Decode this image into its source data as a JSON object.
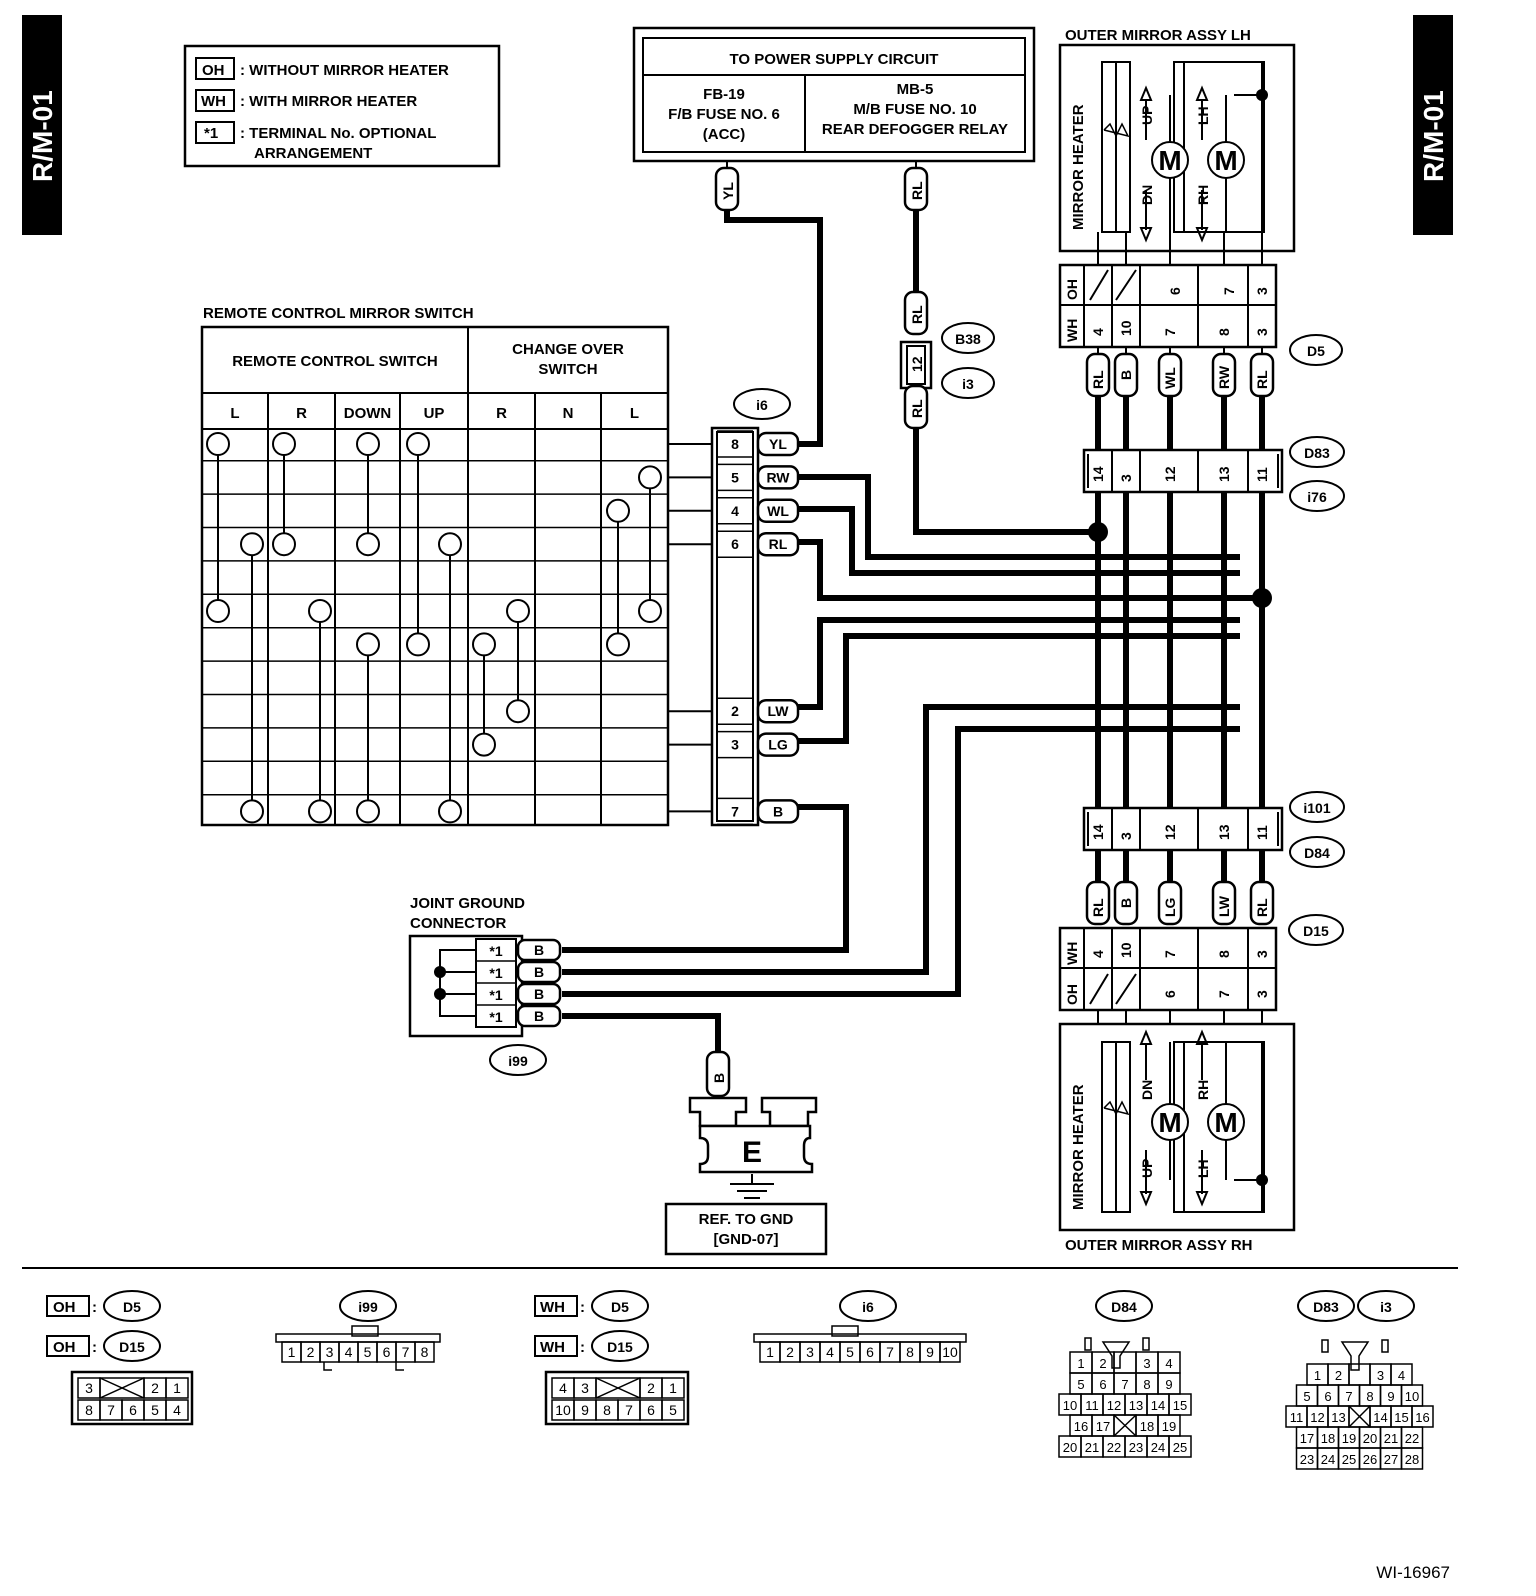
{
  "page_id_left": "R/M-01",
  "page_id_right": "R/M-01",
  "figure_id": "WI-16967",
  "legend": [
    {
      "code": "OH",
      "text": ": WITHOUT MIRROR HEATER"
    },
    {
      "code": "WH",
      "text": ": WITH MIRROR HEATER"
    },
    {
      "code": "*1",
      "text": ": TERMINAL No. OPTIONAL",
      "text2": "ARRANGEMENT"
    }
  ],
  "power": {
    "title": "TO POWER SUPPLY CIRCUIT",
    "left": [
      "FB-19",
      "F/B FUSE NO. 6",
      "(ACC)"
    ],
    "right": [
      "MB-5",
      "M/B FUSE NO. 10",
      "REAR DEFOGGER RELAY"
    ]
  },
  "wire_labels": {
    "yl": "YL",
    "rl": "RL",
    "b": "B"
  },
  "switch": {
    "title": "REMOTE CONTROL MIRROR SWITCH",
    "rcs": "REMOTE CONTROL SWITCH",
    "cos": [
      "CHANGE OVER",
      "SWITCH"
    ],
    "cols": [
      "L",
      "R",
      "DOWN",
      "UP",
      "R",
      "N",
      "L"
    ]
  },
  "i6": {
    "name": "i6",
    "pins": [
      {
        "pin": "8",
        "color": "YL"
      },
      {
        "pin": "5",
        "color": "RW"
      },
      {
        "pin": "4",
        "color": "WL"
      },
      {
        "pin": "6",
        "color": "RL"
      },
      {
        "pin": "2",
        "color": "LW"
      },
      {
        "pin": "3",
        "color": "LG"
      },
      {
        "pin": "7",
        "color": "B"
      }
    ]
  },
  "b38_i3": {
    "pin": "12",
    "tags": [
      "B38",
      "i3"
    ]
  },
  "mirror_lh": {
    "title": "OUTER MIRROR ASSY LH",
    "heater": "MIRROR HEATER",
    "labels": [
      "UP",
      "DN",
      "LH",
      "RH"
    ],
    "motor": "M"
  },
  "mirror_rh": {
    "title": "OUTER MIRROR ASSY RH",
    "heater": "MIRROR HEATER",
    "labels": [
      "DN",
      "UP",
      "RH",
      "LH"
    ],
    "motor": "M"
  },
  "d5": {
    "tag": "D5",
    "oh": "OH",
    "wh": "WH",
    "oh_pins": [
      "6",
      "7",
      "3"
    ],
    "wh_pins": [
      "4",
      "10",
      "7",
      "8",
      "3"
    ],
    "colors": [
      "RL",
      "B",
      "WL",
      "RW",
      "RL"
    ]
  },
  "d83": {
    "tags": [
      "D83",
      "i76"
    ],
    "pins": [
      "14",
      "3",
      "12",
      "13",
      "11"
    ]
  },
  "d84": {
    "tags": [
      "i101",
      "D84"
    ],
    "pins": [
      "14",
      "3",
      "12",
      "13",
      "11"
    ]
  },
  "d15": {
    "tag": "D15",
    "colors": [
      "RL",
      "B",
      "LG",
      "LW",
      "RL"
    ],
    "wh": "WH",
    "oh": "OH",
    "wh_pins": [
      "4",
      "10",
      "7",
      "8",
      "3"
    ],
    "oh_pins": [
      "6",
      "7",
      "3"
    ]
  },
  "jgc": {
    "title": [
      "JOINT GROUND",
      "CONNECTOR"
    ],
    "tag": "i99",
    "pins": [
      "*1",
      "*1",
      "*1",
      "*1"
    ],
    "colors": [
      "B",
      "B",
      "B",
      "B"
    ]
  },
  "ground": {
    "letter": "E",
    "wire": "B",
    "ref": [
      "REF. TO GND",
      "[GND-07]"
    ]
  },
  "bottom": {
    "oh_d5": {
      "code": "OH",
      "tag": "D5"
    },
    "oh_d15": {
      "code": "OH",
      "tag": "D15"
    },
    "conn8": {
      "top": [
        "3",
        "",
        "2",
        "1"
      ],
      "bot": [
        "8",
        "7",
        "6",
        "5",
        "4"
      ]
    },
    "i99": {
      "tag": "i99",
      "pins": [
        "1",
        "2",
        "3",
        "4",
        "5",
        "6",
        "7",
        "8"
      ]
    },
    "wh_d5": {
      "code": "WH",
      "tag": "D5"
    },
    "wh_d15": {
      "code": "WH",
      "tag": "D15"
    },
    "conn10": {
      "top": [
        "4",
        "3",
        "",
        "2",
        "1"
      ],
      "bot": [
        "10",
        "9",
        "8",
        "7",
        "6",
        "5"
      ]
    },
    "i6": {
      "tag": "i6",
      "pins": [
        "1",
        "2",
        "3",
        "4",
        "5",
        "6",
        "7",
        "8",
        "9",
        "10"
      ]
    },
    "d84": {
      "tag": "D84",
      "rows": [
        [
          "1",
          "2",
          "",
          "3",
          "4"
        ],
        [
          "5",
          "6",
          "7",
          "8",
          "9"
        ],
        [
          "10",
          "11",
          "12",
          "13",
          "14",
          "15"
        ],
        [
          "16",
          "17",
          "",
          "18",
          "19"
        ],
        [
          "20",
          "21",
          "22",
          "23",
          "24",
          "25"
        ]
      ]
    },
    "d83": {
      "tags": [
        "D83",
        "i3"
      ],
      "rows": [
        [
          "1",
          "2",
          "",
          "3",
          "4"
        ],
        [
          "5",
          "6",
          "7",
          "8",
          "9",
          "10"
        ],
        [
          "11",
          "12",
          "13",
          "",
          "14",
          "15",
          "16"
        ],
        [
          "17",
          "18",
          "19",
          "20",
          "21",
          "22"
        ],
        [
          "23",
          "24",
          "25",
          "26",
          "27",
          "28"
        ]
      ]
    }
  }
}
